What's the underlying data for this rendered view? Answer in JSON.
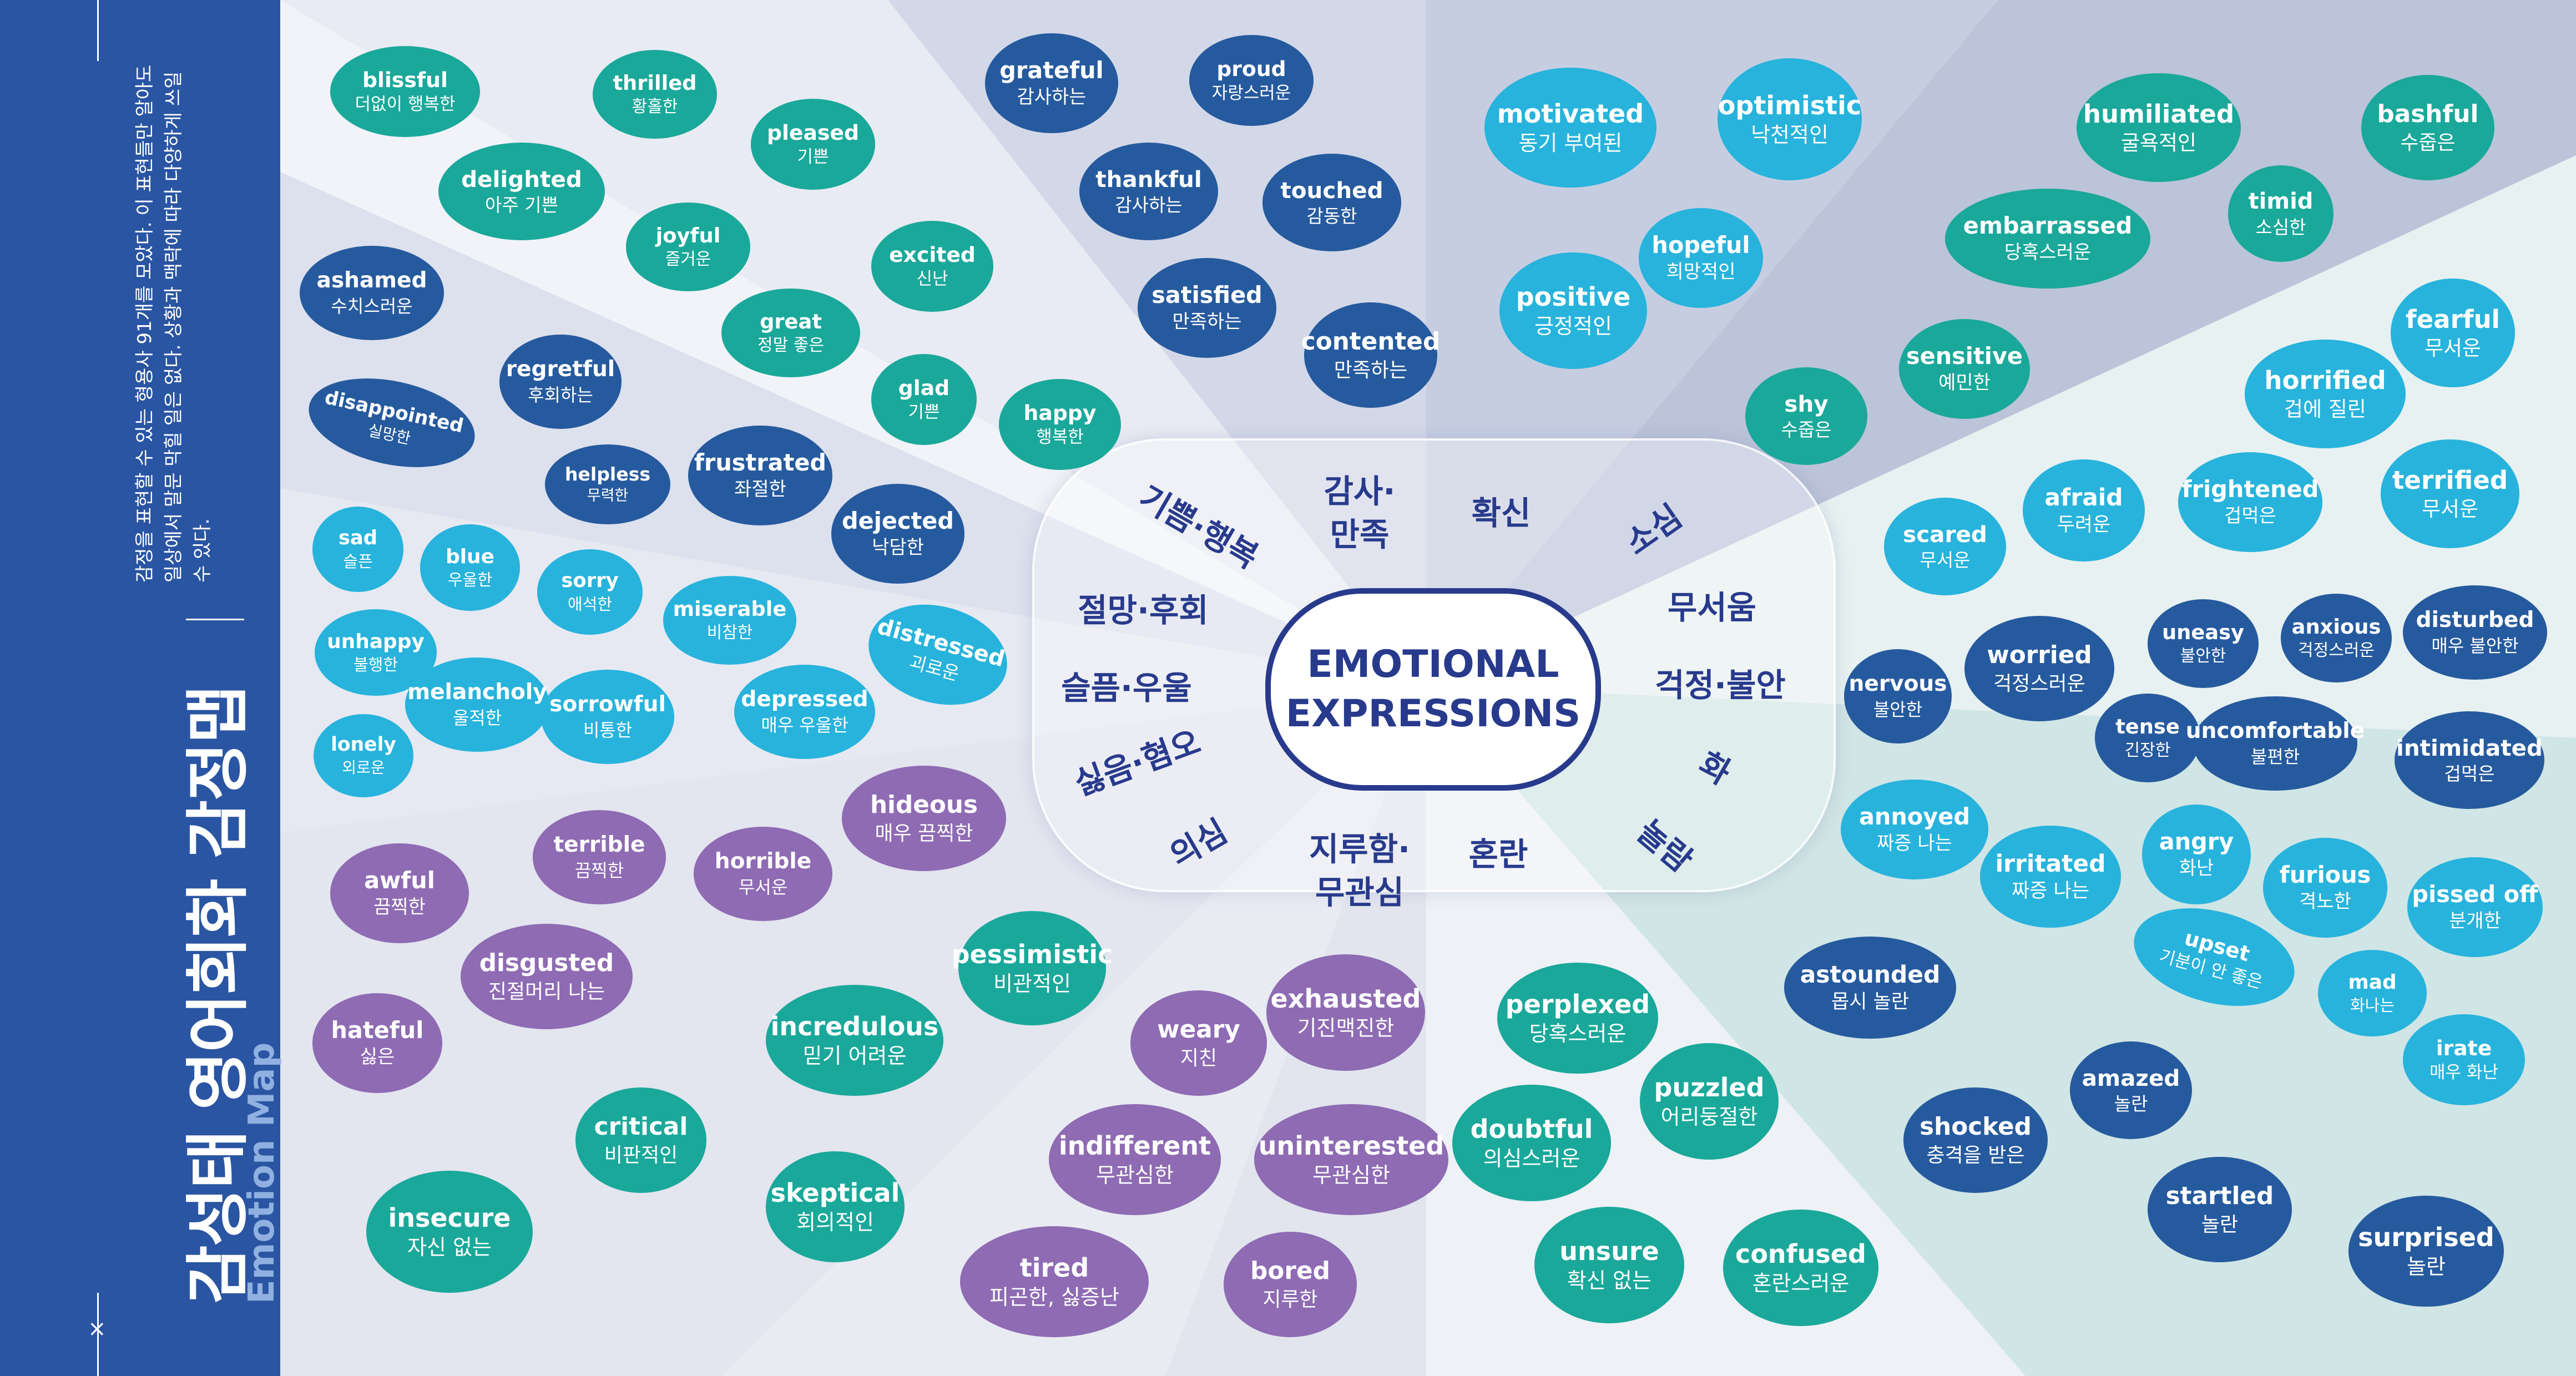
{
  "sidebar": {
    "title": "감성태 영어회화 감정맵",
    "subtitle": "Emotion Map",
    "description": "감정을 표현할 수 있는 형용사 91개를 모았다. 이 표현들만 알아도 일상에서 말문 막힐 일은 없다. 상황과 맥락에 따라 다양하게 쓰일 수 있다.",
    "mark": "×"
  },
  "center": {
    "line1": "EMOTIONAL",
    "line2": "EXPRESSIONS"
  },
  "categories": [
    {
      "id": "joy",
      "label": "기쁨·행복",
      "color": "#1aa89a"
    },
    {
      "id": "thanks",
      "label": "감사·만족",
      "color": "#265a9e"
    },
    {
      "id": "confidence",
      "label": "확신",
      "color": "#27b3dc"
    },
    {
      "id": "shy",
      "label": "소심",
      "color": "#1aa89a"
    },
    {
      "id": "fear",
      "label": "무서움",
      "color": "#27b3dc"
    },
    {
      "id": "anxiety",
      "label": "걱정·불안",
      "color": "#265a9e"
    },
    {
      "id": "anger",
      "label": "화",
      "color": "#27b3dc"
    },
    {
      "id": "surprise",
      "label": "놀람",
      "color": "#265a9e"
    },
    {
      "id": "confusion",
      "label": "혼란",
      "color": "#1aa89a"
    },
    {
      "id": "boredom",
      "label": "지루함·무관심",
      "color": "#8e6bb3"
    },
    {
      "id": "doubt",
      "label": "의심",
      "color": "#1aa89a"
    },
    {
      "id": "dislike",
      "label": "싫음·혐오",
      "color": "#8e6bb3"
    },
    {
      "id": "sadness",
      "label": "슬픔·우울",
      "color": "#27b3dc"
    },
    {
      "id": "despair",
      "label": "절망·후회",
      "color": "#265a9e"
    }
  ],
  "words": [
    {
      "en": "blissful",
      "ko": "더없이 행복한"
    },
    {
      "en": "thrilled",
      "ko": "황홀한"
    },
    {
      "en": "pleased",
      "ko": "기쁜"
    },
    {
      "en": "delighted",
      "ko": "아주 기쁜"
    },
    {
      "en": "joyful",
      "ko": "즐거운"
    },
    {
      "en": "excited",
      "ko": "신난"
    },
    {
      "en": "great",
      "ko": "정말 좋은"
    },
    {
      "en": "glad",
      "ko": "기쁜"
    },
    {
      "en": "happy",
      "ko": "행복한"
    },
    {
      "en": "grateful",
      "ko": "감사하는"
    },
    {
      "en": "proud",
      "ko": "자랑스러운"
    },
    {
      "en": "thankful",
      "ko": "감사하는"
    },
    {
      "en": "touched",
      "ko": "감동한"
    },
    {
      "en": "satisfied",
      "ko": "만족하는"
    },
    {
      "en": "contented",
      "ko": "만족하는"
    },
    {
      "en": "motivated",
      "ko": "동기 부여된"
    },
    {
      "en": "optimistic",
      "ko": "낙천적인"
    },
    {
      "en": "hopeful",
      "ko": "희망적인"
    },
    {
      "en": "positive",
      "ko": "긍정적인"
    },
    {
      "en": "humiliated",
      "ko": "굴욕적인"
    },
    {
      "en": "bashful",
      "ko": "수줍은"
    },
    {
      "en": "embarrassed",
      "ko": "당혹스러운"
    },
    {
      "en": "timid",
      "ko": "소심한"
    },
    {
      "en": "sensitive",
      "ko": "예민한"
    },
    {
      "en": "shy",
      "ko": "수줍은"
    },
    {
      "en": "fearful",
      "ko": "무서운"
    },
    {
      "en": "horrified",
      "ko": "겁에 질린"
    },
    {
      "en": "afraid",
      "ko": "두려운"
    },
    {
      "en": "frightened",
      "ko": "겁먹은"
    },
    {
      "en": "terrified",
      "ko": "무서운"
    },
    {
      "en": "scared",
      "ko": "무서운"
    },
    {
      "en": "worried",
      "ko": "걱정스러운"
    },
    {
      "en": "uneasy",
      "ko": "불안한"
    },
    {
      "en": "anxious",
      "ko": "걱정스러운"
    },
    {
      "en": "disturbed",
      "ko": "매우 불안한"
    },
    {
      "en": "nervous",
      "ko": "불안한"
    },
    {
      "en": "tense",
      "ko": "긴장한"
    },
    {
      "en": "uncomfortable",
      "ko": "불편한"
    },
    {
      "en": "intimidated",
      "ko": "겁먹은"
    },
    {
      "en": "annoyed",
      "ko": "짜증 나는"
    },
    {
      "en": "irritated",
      "ko": "짜증 나는"
    },
    {
      "en": "angry",
      "ko": "화난"
    },
    {
      "en": "furious",
      "ko": "격노한"
    },
    {
      "en": "pissed off",
      "ko": "분개한"
    },
    {
      "en": "upset",
      "ko": "기분이 안 좋은"
    },
    {
      "en": "mad",
      "ko": "화나는"
    },
    {
      "en": "irate",
      "ko": "매우 화난"
    },
    {
      "en": "astounded",
      "ko": "몹시 놀란"
    },
    {
      "en": "amazed",
      "ko": "놀란"
    },
    {
      "en": "shocked",
      "ko": "충격을 받은"
    },
    {
      "en": "startled",
      "ko": "놀란"
    },
    {
      "en": "surprised",
      "ko": "놀란"
    },
    {
      "en": "perplexed",
      "ko": "당혹스러운"
    },
    {
      "en": "puzzled",
      "ko": "어리둥절한"
    },
    {
      "en": "doubtful",
      "ko": "의심스러운"
    },
    {
      "en": "unsure",
      "ko": "확신 없는"
    },
    {
      "en": "confused",
      "ko": "혼란스러운"
    },
    {
      "en": "exhausted",
      "ko": "기진맥진한"
    },
    {
      "en": "weary",
      "ko": "지친"
    },
    {
      "en": "indifferent",
      "ko": "무관심한"
    },
    {
      "en": "uninterested",
      "ko": "무관심한"
    },
    {
      "en": "tired",
      "ko": "피곤한, 싫증난"
    },
    {
      "en": "bored",
      "ko": "지루한"
    },
    {
      "en": "pessimistic",
      "ko": "비관적인"
    },
    {
      "en": "incredulous",
      "ko": "믿기 어려운"
    },
    {
      "en": "critical",
      "ko": "비판적인"
    },
    {
      "en": "skeptical",
      "ko": "회의적인"
    },
    {
      "en": "insecure",
      "ko": "자신 없는"
    },
    {
      "en": "awful",
      "ko": "끔찍한"
    },
    {
      "en": "terrible",
      "ko": "끔찍한"
    },
    {
      "en": "horrible",
      "ko": "무서운"
    },
    {
      "en": "hideous",
      "ko": "매우 끔찍한"
    },
    {
      "en": "disgusted",
      "ko": "진절머리 나는"
    },
    {
      "en": "hateful",
      "ko": "싫은"
    },
    {
      "en": "sad",
      "ko": "슬픈"
    },
    {
      "en": "blue",
      "ko": "우울한"
    },
    {
      "en": "sorry",
      "ko": "애석한"
    },
    {
      "en": "miserable",
      "ko": "비참한"
    },
    {
      "en": "unhappy",
      "ko": "불행한"
    },
    {
      "en": "melancholy",
      "ko": "울적한"
    },
    {
      "en": "sorrowful",
      "ko": "비통한"
    },
    {
      "en": "depressed",
      "ko": "매우 우울한"
    },
    {
      "en": "distressed",
      "ko": "괴로운"
    },
    {
      "en": "lonely",
      "ko": "외로운"
    },
    {
      "en": "ashamed",
      "ko": "수치스러운"
    },
    {
      "en": "regretful",
      "ko": "후회하는"
    },
    {
      "en": "disappointed",
      "ko": "실망한"
    },
    {
      "en": "helpless",
      "ko": "무력한"
    },
    {
      "en": "frustrated",
      "ko": "좌절한"
    },
    {
      "en": "dejected",
      "ko": "낙담한"
    }
  ]
}
